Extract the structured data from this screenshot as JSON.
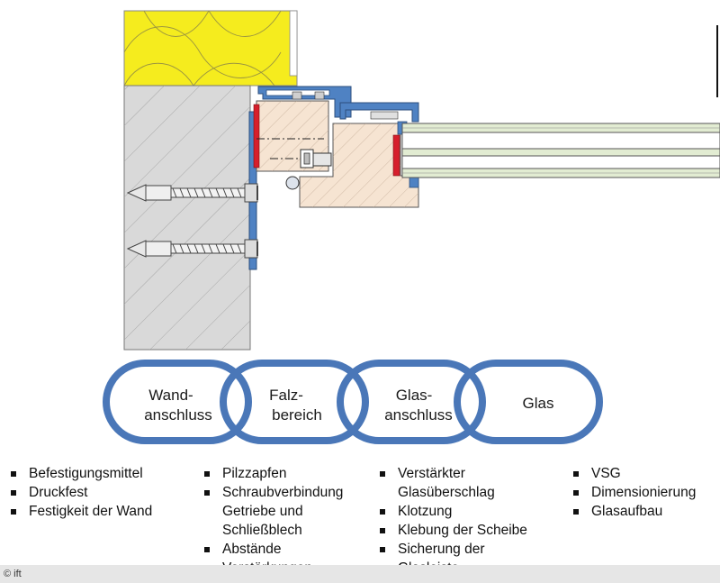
{
  "chain": {
    "links": [
      {
        "lines": [
          "Wand-",
          "anschluss"
        ]
      },
      {
        "lines": [
          "Falz-",
          "bereich"
        ]
      },
      {
        "lines": [
          "Glas-",
          "anschluss"
        ]
      },
      {
        "lines": [
          "Glas"
        ]
      }
    ]
  },
  "columns": [
    {
      "items": [
        "Befestigungsmittel",
        "Druckfest",
        "Festigkeit der Wand"
      ]
    },
    {
      "items": [
        "Pilzzapfen",
        "Schraubverbindung\nGetriebe und\nSchließblech",
        "Abstände",
        "Verstärkungen"
      ]
    },
    {
      "items": [
        "Verstärkter\nGlasüberschlag",
        "Klotzung",
        "Klebung der Scheibe",
        "Sicherung der\nGlasleiste"
      ]
    },
    {
      "items": [
        "VSG",
        "Dimensionierung",
        "Glasaufbau"
      ]
    }
  ],
  "footer": {
    "copyright": "© ift"
  },
  "colors": {
    "insulation": "#f5ec1e",
    "wall": "#d9d9d9",
    "wood": "#f6e4d2",
    "metal": "#4f82c3",
    "seal": "#d61f2c",
    "glass": "#e2ecd2"
  }
}
